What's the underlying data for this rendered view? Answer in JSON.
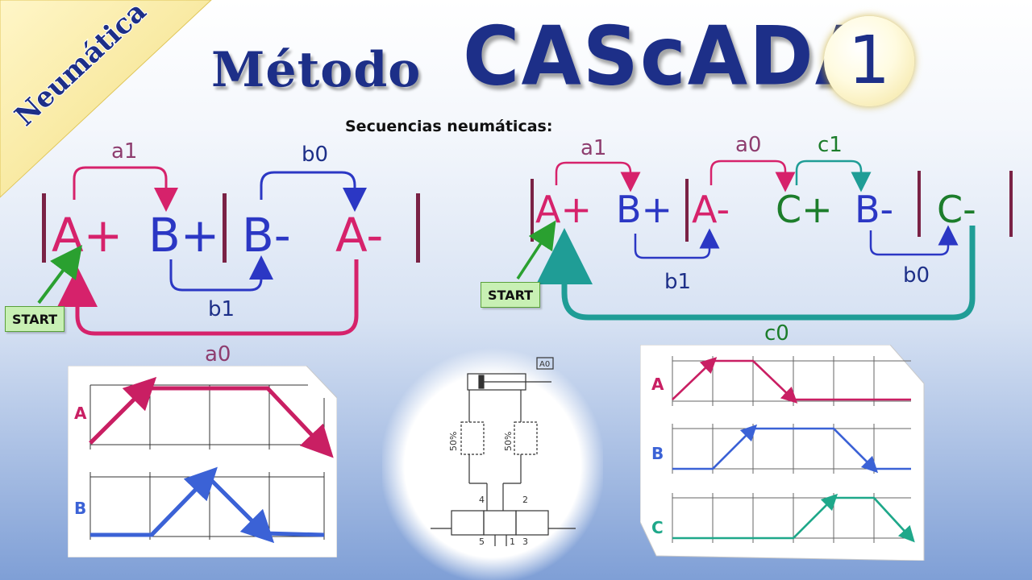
{
  "corner_ribbon": {
    "text": "Neumática"
  },
  "title": {
    "word1": "Método",
    "word2": "CAScADA",
    "badge_number": "1"
  },
  "subtitle": "Secuencias neumáticas:",
  "start_label": "START",
  "left_sequence": {
    "steps": [
      "A+",
      "B+",
      "B-",
      "A-"
    ],
    "signals": {
      "a1": "a1",
      "b0": "b0",
      "b1": "b1",
      "a0": "a0"
    }
  },
  "right_sequence": {
    "steps": [
      "A+",
      "B+",
      "A-",
      "C+",
      "B-",
      "C-"
    ],
    "signals": {
      "a1": "a1",
      "a0": "a0",
      "c1": "c1",
      "b1": "b1",
      "b0": "b0",
      "c0": "c0"
    }
  },
  "left_diagram": {
    "rows": [
      "A",
      "B"
    ]
  },
  "right_diagram": {
    "rows": [
      "A",
      "B",
      "C"
    ]
  },
  "circuit": {
    "label_a0": "A0",
    "percent_left": "50%",
    "percent_right": "50%",
    "port4": "4",
    "port2": "2",
    "port5": "5",
    "port1": "1",
    "port3": "3"
  },
  "colors": {
    "navy": "#1d2f88",
    "magenta": "#d6226b",
    "blue": "#2b37c4",
    "green": "#1c7d2b",
    "teal": "#1f9d96",
    "plum": "#8e3d6f"
  }
}
